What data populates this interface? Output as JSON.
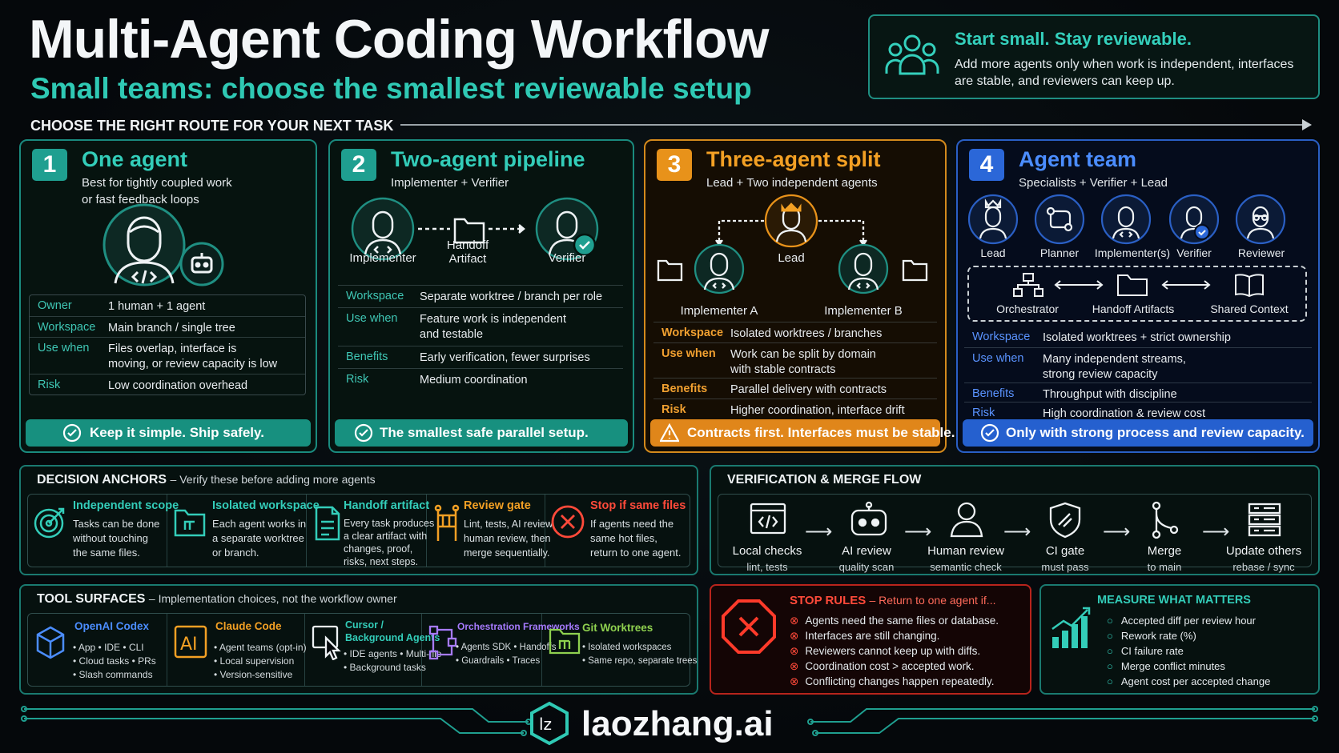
{
  "header": {
    "title": "Multi-Agent Coding Workflow",
    "subtitle": "Small teams: choose the smallest reviewable setup",
    "route": "CHOOSE THE RIGHT ROUTE FOR YOUR NEXT TASK"
  },
  "callout": {
    "title": "Start small. Stay reviewable.",
    "body": "Add more agents only when work is independent, interfaces are stable, and reviewers can keep up.",
    "icon": "team-icon"
  },
  "cards": [
    {
      "num": "1",
      "title": "One agent",
      "subtitle": "Best for tightly coupled work",
      "subtitle2": "or fast feedback loops",
      "rows": [
        {
          "k": "Owner",
          "v": "1 human + 1 agent"
        },
        {
          "k": "Workspace",
          "v": "Main branch / single tree"
        },
        {
          "k": "Use when",
          "v": "Files overlap, interface is",
          "v2": "moving, or review capacity is low"
        },
        {
          "k": "Risk",
          "v": "Low coordination overhead"
        }
      ],
      "banner": "Keep it simple. Ship safely."
    },
    {
      "num": "2",
      "title": "Two-agent pipeline",
      "subtitle": "Implementer + Verifier",
      "labels": {
        "a": "Implementer",
        "mid": "Handoff",
        "mid2": "Artifact",
        "b": "Verifier"
      },
      "rows": [
        {
          "k": "Workspace",
          "v": "Separate worktree / branch per role"
        },
        {
          "k": "Use when",
          "v": "Feature work is independent",
          "v2": "and testable"
        },
        {
          "k": "Benefits",
          "v": "Early verification, fewer surprises"
        },
        {
          "k": "Risk",
          "v": "Medium coordination"
        }
      ],
      "banner": "The smallest safe parallel setup."
    },
    {
      "num": "3",
      "title": "Three-agent split",
      "subtitle": "Lead + Two independent agents",
      "labels": {
        "lead": "Lead",
        "a": "Implementer A",
        "b": "Implementer B"
      },
      "rows": [
        {
          "k": "Workspace",
          "v": "Isolated worktrees / branches"
        },
        {
          "k": "Use when",
          "v": "Work can be split by domain",
          "v2": "with stable contracts"
        },
        {
          "k": "Benefits",
          "v": "Parallel delivery with contracts"
        },
        {
          "k": "Risk",
          "v": "Higher coordination, interface drift"
        }
      ],
      "banner": "Contracts first. Interfaces must be stable."
    },
    {
      "num": "4",
      "title": "Agent team",
      "subtitle": "Specialists + Verifier + Lead",
      "roles": [
        "Lead",
        "Planner",
        "Implementer(s)",
        "Verifier",
        "Reviewer"
      ],
      "infra": [
        "Orchestrator",
        "Handoff Artifacts",
        "Shared Context"
      ],
      "rows": [
        {
          "k": "Workspace",
          "v": "Isolated worktrees + strict ownership"
        },
        {
          "k": "Use when",
          "v": "Many independent streams,",
          "v2": "strong review capacity"
        },
        {
          "k": "Benefits",
          "v": "Throughput with discipline"
        },
        {
          "k": "Risk",
          "v": "High coordination & review cost"
        }
      ],
      "banner": "Only with strong process and review capacity."
    }
  ],
  "anchors": {
    "title": "DECISION ANCHORS",
    "subtitle": "– Verify these before adding more agents",
    "items": [
      {
        "h": "Independent scope",
        "d": [
          "Tasks can be done",
          "without touching",
          "the same files."
        ],
        "color": "#33cdb9"
      },
      {
        "h": "Isolated workspace",
        "d": [
          "Each agent works in",
          "a separate worktree",
          "or branch."
        ],
        "color": "#33cdb9"
      },
      {
        "h": "Handoff artifact",
        "d": [
          "Every task produces",
          "a clear artifact with",
          "changes, proof,",
          "risks, next steps."
        ],
        "color": "#33cdb9"
      },
      {
        "h": "Review gate",
        "d": [
          "Lint, tests, AI review,",
          "human review, then",
          "merge sequentially."
        ],
        "color": "#f3a024"
      },
      {
        "h": "Stop if same files",
        "d": [
          "If agents need the",
          "same hot files,",
          "return to one agent."
        ],
        "color": "#ff4a3a"
      }
    ]
  },
  "verify": {
    "title": "VERIFICATION & MERGE FLOW",
    "steps": [
      {
        "h": "Local checks",
        "d": "lint, tests"
      },
      {
        "h": "AI review",
        "d": "quality scan"
      },
      {
        "h": "Human review",
        "d": "semantic check"
      },
      {
        "h": "CI gate",
        "d": "must pass"
      },
      {
        "h": "Merge",
        "d": "to main"
      },
      {
        "h": "Update others",
        "d": "rebase / sync"
      }
    ]
  },
  "tools": {
    "title": "TOOL SURFACES",
    "subtitle": "– Implementation choices, not the workflow owner",
    "items": [
      {
        "h": "OpenAI Codex",
        "li": [
          "• App  •  IDE  •  CLI",
          "• Cloud tasks  •  PRs",
          "• Slash commands"
        ],
        "color": "#4b8dff"
      },
      {
        "h": "Claude Code",
        "li": [
          "• Agent teams (opt-in)",
          "• Local supervision",
          "• Version-sensitive"
        ],
        "color": "#f3a024"
      },
      {
        "h": "Cursor /",
        "h2": "Background Agents",
        "li": [
          "• IDE agents  •  Multi-file",
          "• Background tasks"
        ],
        "color": "#33cdb9"
      },
      {
        "h": "Orchestration Frameworks",
        "li": [
          "• Agents SDK  •  Handoffs",
          "• Guardrails  •  Traces"
        ],
        "color": "#a77bff"
      },
      {
        "h": "Git Worktrees",
        "li": [
          "• Isolated workspaces",
          "• Same repo, separate trees"
        ],
        "color": "#8fd14f"
      }
    ]
  },
  "stop": {
    "title": "STOP RULES",
    "subtitle": "– Return to one agent if...",
    "items": [
      "Agents need the same files or database.",
      "Interfaces are still changing.",
      "Reviewers cannot keep up with diffs.",
      "Coordination cost > accepted work.",
      "Conflicting changes happen repeatedly."
    ]
  },
  "measure": {
    "title": "MEASURE WHAT MATTERS",
    "items": [
      "Accepted diff per review hour",
      "Rework rate (%)",
      "CI failure rate",
      "Merge conflict minutes",
      "Agent cost per accepted change"
    ]
  },
  "footer": {
    "brand": "laozhang.ai",
    "logo": "lz"
  }
}
